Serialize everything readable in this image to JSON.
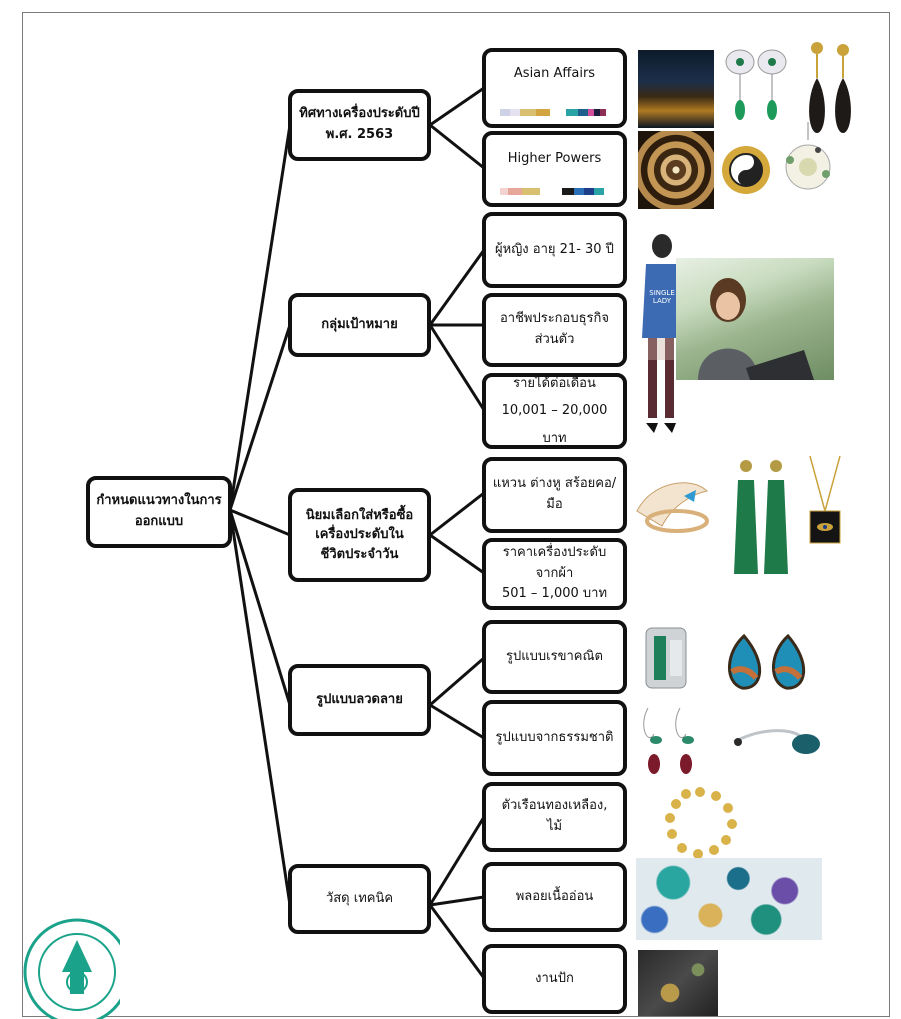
{
  "root": {
    "label": "กำหนดแนวทางในการ\nออกแบบ"
  },
  "branches": [
    {
      "label": "ทิศทางเครื่องประดับปี\nพ.ศ. 2563",
      "leaves": [
        {
          "label": "Asian Affairs",
          "swatches": [
            "#cfd2e6",
            "#e6e1f0",
            "#d9c070",
            "#d2a540",
            "#ffffff",
            "#2aa3a6",
            "#1e5f8e",
            "#d14f9a",
            "#1c1c3e",
            "#8e2f57"
          ]
        },
        {
          "label": "Higher Powers",
          "swatches": [
            "#e8a59a",
            "#d9c070",
            "#ffffff",
            "#1a1a1a",
            "#2a6fb8",
            "#1d3f8a",
            "#2aa3a6"
          ]
        }
      ]
    },
    {
      "label": "กลุ่มเป้าหมาย",
      "leaves": [
        {
          "label": "ผู้หญิง อายุ 21- 30 ปี"
        },
        {
          "label": "อาชีพประกอบธุรกิจ\nส่วนตัว"
        },
        {
          "label": "รายได้ต่อเดือน\n10,001 – 20,000 บาท"
        }
      ]
    },
    {
      "label": "นิยมเลือกใส่หรือซื้อ\nเครื่องประดับใน\nชีวิตประจำวัน",
      "leaves": [
        {
          "label": "แหวน ต่างหู สร้อยคอ/มือ"
        },
        {
          "label": "ราคาเครื่องประดับจากผ้า\n501 – 1,000 บาท"
        }
      ]
    },
    {
      "label": "รูปแบบลวดลาย",
      "leaves": [
        {
          "label": "รูปแบบเรขาคณิต"
        },
        {
          "label": "รูปแบบจากธรรมชาติ"
        }
      ]
    },
    {
      "label": "วัสดุ เทคนิค",
      "leaves": [
        {
          "label": "ตัวเรือนทองเหลือง, ไม้"
        },
        {
          "label": "พลอยเนื้ออ่อน"
        },
        {
          "label": "งานปัก"
        }
      ]
    }
  ],
  "illustration": {
    "tshirt_text": "SINGLE\nLADY"
  },
  "colors": {
    "line": "#111111",
    "box_border": "#111111",
    "seal_green": "#1aa38a"
  }
}
